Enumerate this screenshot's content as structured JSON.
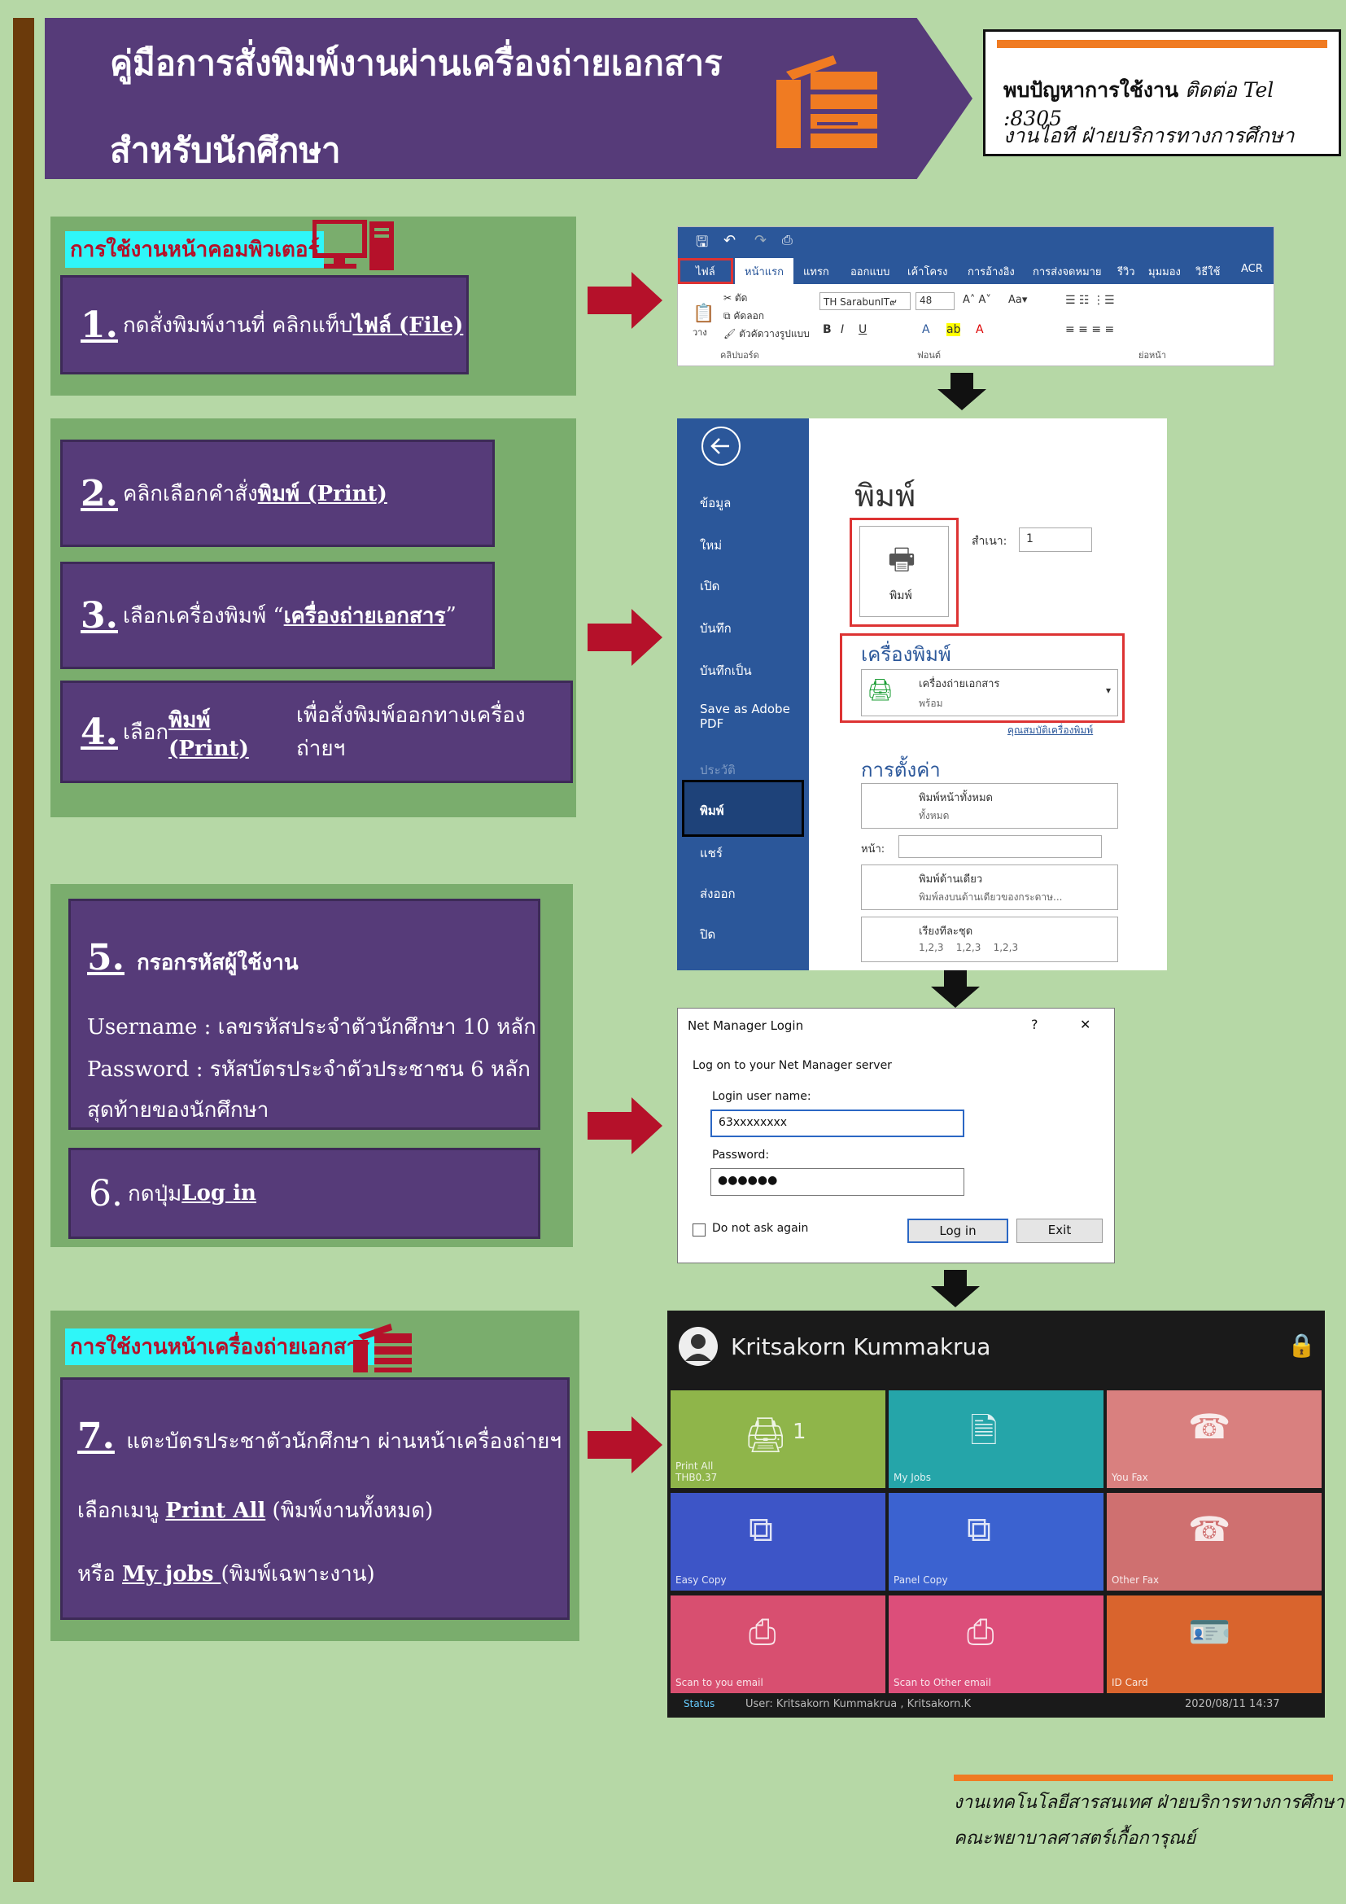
{
  "header": {
    "title_line1": "คู่มือการสั่งพิมพ์งานผ่านเครื่องถ่ายเอกสาร",
    "title_line2": "สำหรับนักศึกษา",
    "contact_bold": "พบปัญหาการใช้งาน",
    "contact_tel": " ติดต่อ Tel :8305",
    "contact_dept": "งานไอที ฝ่ายบริการทางการศึกษา"
  },
  "section_computer": {
    "label": "การใช้งานหน้าคอมพิวเตอร์"
  },
  "section_copier": {
    "label": "การใช้งานหน้าเครื่องถ่ายเอกสาร"
  },
  "steps": {
    "s1": {
      "num": "1.",
      "text": " กดสั่งพิมพ์งานที่ คลิกแท็บ ",
      "link": "ไฟล์ (File)"
    },
    "s2": {
      "num": "2.",
      "text": " คลิกเลือกคำสั่ง ",
      "link": "พิมพ์ (Print)"
    },
    "s3": {
      "num": "3.",
      "text": " เลือกเครื่องพิมพ์ “",
      "link": "เครื่องถ่ายเอกสาร",
      "tail": "”"
    },
    "s4": {
      "num": "4.",
      "text": " เลือก ",
      "link": "พิมพ์ (Print)",
      "tail": " เพื่อสั่งพิมพ์ออกทางเครื่องถ่ายฯ"
    },
    "s5": {
      "num": "5.",
      "title": " กรอกรหัสผู้ใช้งาน",
      "user": "Username : เลขรหัสประจำตัวนักศึกษา 10 หลัก",
      "pass": "Password  : รหัสบัตรประจำตัวประชาชน 6 หลัก",
      "pass2": "สุดท้ายของนักศึกษา"
    },
    "s6": {
      "num": "6.",
      "text": " กดปุ่ม ",
      "link": "Log in"
    },
    "s7": {
      "num": "7.",
      "text": " แตะบัตรประชาตัวนักศึกษา ผ่านหน้าเครื่องถ่ายฯ",
      "line2_pre": "เลือกเมนู ",
      "line2_link": "Print All",
      "line2_tail": " (พิมพ์งานทั้งหมด)",
      "line3_pre": "หรือ ",
      "line3_link": "My jobs ",
      "line3_tail": "(พิมพ์เฉพาะงาน)"
    }
  },
  "ribbon": {
    "tabs": [
      "ไฟล์",
      "หน้าแรก",
      "แทรก",
      "ออกแบบ",
      "เค้าโครง",
      "การอ้างอิง",
      "การส่งจดหมาย",
      "รีวิว",
      "มุมมอง",
      "วิธีใช้",
      "ACR"
    ],
    "font_name": "TH SarabunIT๙",
    "font_size": "48",
    "cut": "ตัด",
    "copy": "คัดลอก",
    "format_painter": "ตัวคัดวางรูปแบบ",
    "paste": "วาง",
    "group_clipboard": "คลิปบอร์ด",
    "group_font": "ฟอนต์",
    "group_paragraph": "ย่อหน้า"
  },
  "backstage": {
    "menu": [
      "ข้อมูล",
      "ใหม่",
      "เปิด",
      "บันทึก",
      "บันทึกเป็น",
      "Save as Adobe PDF",
      "ประวัติ",
      "พิมพ์",
      "แชร์",
      "ส่งออก",
      "ปิด"
    ],
    "title": "พิมพ์",
    "print_button": "พิมพ์",
    "copies_label": "สำเนา:",
    "copies_value": "1",
    "printer_heading": "เครื่องพิมพ์",
    "printer_name": "เครื่องถ่ายเอกสาร",
    "printer_status": "พร้อม",
    "printer_props": "คุณสมบัติเครื่องพิมพ์",
    "settings_heading": "การตั้งค่า",
    "opt1_title": "พิมพ์หน้าทั้งหมด",
    "opt1_sub": "ทั้งหมด",
    "pages_label": "หน้า:",
    "opt2_title": "พิมพ์ด้านเดียว",
    "opt2_sub": "พิมพ์ลงบนด้านเดียวของกระดาษ...",
    "opt3_title": "เรียงทีละชุด",
    "opt3_sub": "1,2,3    1,2,3    1,2,3"
  },
  "login": {
    "window_title": "Net Manager Login",
    "help": "?",
    "close": "✕",
    "heading": "Log on to your Net Manager server",
    "user_label": "Login user name:",
    "user_value": "63xxxxxxxx",
    "pass_label": "Password:",
    "pass_value": "●●●●●●",
    "checkbox": "Do not ask again",
    "login_btn": "Log in",
    "exit_btn": "Exit"
  },
  "copier": {
    "user_name": "Kritsakorn Kummakrua",
    "tiles": [
      "Print All\nTHB0.37",
      "My Jobs",
      "You Fax",
      "Easy Copy",
      "Panel Copy",
      "Other Fax",
      "Scan to you email",
      "Scan to Other email",
      "ID Card"
    ],
    "print_count": "1",
    "status": "Status",
    "user_bar": "User: Kritsakorn Kummakrua , Kritsakorn.K",
    "date": "2020/08/11   14:37"
  },
  "footer": {
    "line1": "งานเทคโนโลยีสารสนเทศ ฝ่ายบริการทางการศึกษา",
    "line2": "คณะพยาบาลศาสตร์เกื้อการุณย์"
  },
  "colors": {
    "purple": "#563b79",
    "green": "#7aad6d",
    "orange": "#f07b22",
    "arrow_red": "#b5112a",
    "word_blue": "#2b579a"
  }
}
